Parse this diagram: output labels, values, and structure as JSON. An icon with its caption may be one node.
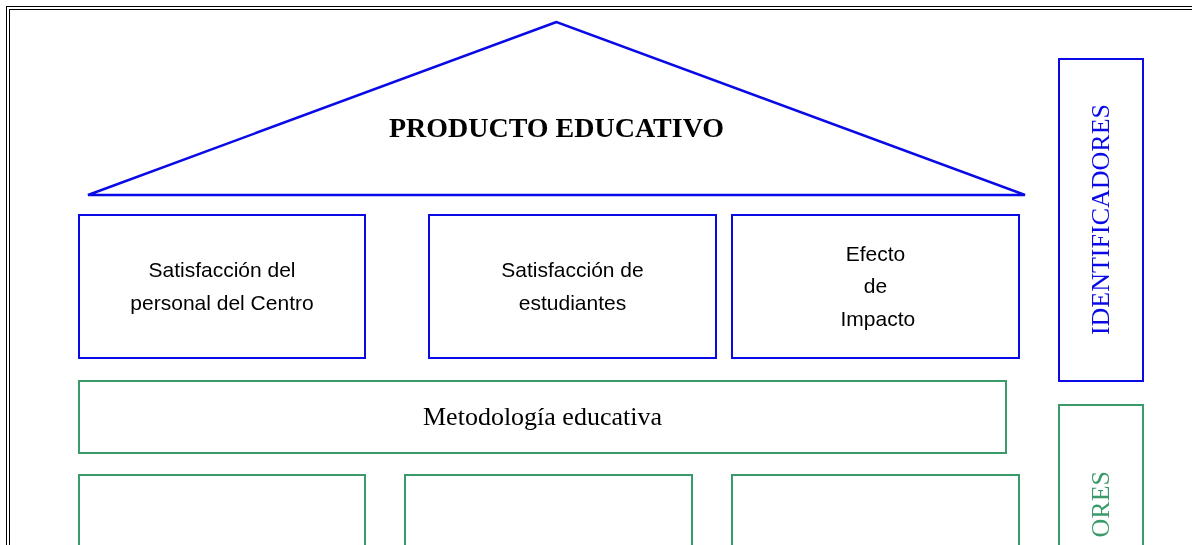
{
  "diagram": {
    "nodes": [
      {
        "text": [
          "PRODUCTO EDUCATIVO"
        ]
      },
      {
        "text": [
          "Satisfacción del personal del Centro"
        ]
      },
      {
        "text": [
          "Satisfacción de estudiantes"
        ]
      },
      {
        "text": [
          "Efecto de Impacto"
        ]
      },
      {
        "text": [
          "Metodología educativa"
        ]
      },
      {
        "text": [],
        "shape": "box"
      },
      {
        "text": [],
        "shape": "box"
      },
      {
        "text": [],
        "shape": "box"
      },
      {
        "text": [
          "IDENTIFICADORES"
        ]
      },
      {
        "text": [
          "ORES"
        ]
      }
    ]
  }
}
